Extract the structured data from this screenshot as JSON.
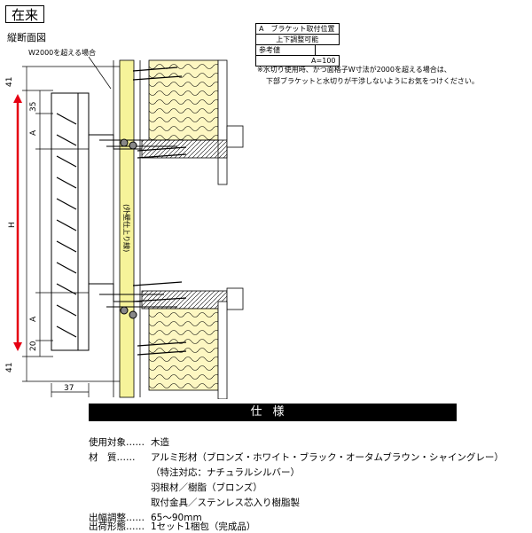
{
  "header": {
    "tag": "在来",
    "subtitle": "縦断面図"
  },
  "note_table": {
    "row1": "A　ブラケット取付位置",
    "row2": "上下調整可能",
    "row3_label": "参考値",
    "row3_value": "A=100"
  },
  "note_text": {
    "line1": "※水切り使用時、かつ面格子W寸法が2000を超える場合は、",
    "line2": "下部ブラケットと水切りが干渉しないようにお気をつけください。"
  },
  "drawing": {
    "w2000_label": "W2000を超える場合",
    "dim_41_top": "41",
    "dim_35": "35",
    "dim_A_top": "A",
    "dim_H": "H",
    "dim_A_bottom": "A",
    "dim_20": "20",
    "dim_41_bottom": "41",
    "dim_37": "37",
    "wall_label": "(外壁仕上り線)"
  },
  "spec": {
    "title": "仕様",
    "target_label": "使用対象……",
    "target_value": "木造",
    "material_label": "材　質……",
    "material_line1": "アルミ形材（ブロンズ・ホワイト・ブラック・オータムブラウン・シャイングレー）",
    "material_line2": "（特注対応：ナチュラルシルバー）",
    "material_line3": "羽根材／樹脂（ブロンズ）",
    "material_line4": "取付金具／ステンレス芯入り樹脂製",
    "width_label": "出幅調整……",
    "width_value": "65〜90mm",
    "ship_label": "出荷形態……",
    "ship_value": "1セット1梱包（完成品）"
  },
  "colors": {
    "red_arrow": "#e60012",
    "insulation": "#fdf7c2",
    "wall_yellow": "#f6f39a",
    "spec_band": "#000000"
  }
}
